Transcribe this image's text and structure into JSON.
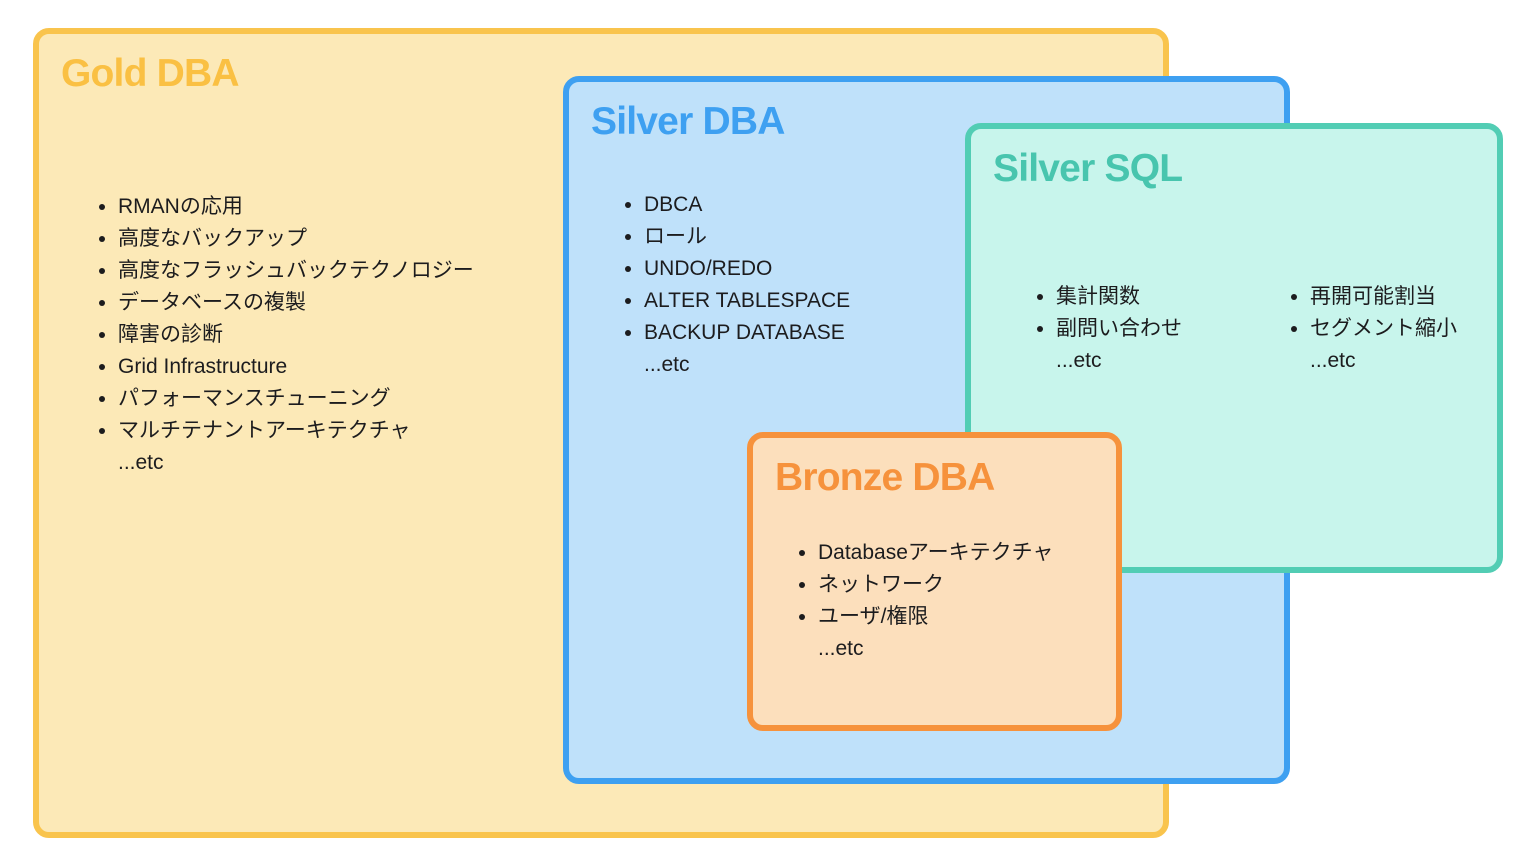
{
  "page": {
    "background_color": "#ffffff",
    "text_color": "#1c1c1e"
  },
  "boxes": {
    "gold": {
      "title": "Gold DBA",
      "border_color": "#f9c44d",
      "fill_color": "#fce9b7",
      "title_color": "#fac043",
      "items": [
        "RMANの応用",
        "高度なバックアップ",
        "高度なフラッシュバックテクノロジー",
        "データベースの複製",
        "障害の診断",
        "Grid Infrastructure",
        "パフォーマンスチューニング",
        "マルチテナントアーキテクチャ"
      ],
      "etc": "...etc"
    },
    "silver_dba": {
      "title": "Silver DBA",
      "border_color": "#3ea0f1",
      "fill_color": "#bfe1fa",
      "title_color": "#3ea0f1",
      "items": [
        "DBCA",
        "ロール",
        "UNDO/REDO",
        "ALTER TABLESPACE",
        "BACKUP DATABASE"
      ],
      "etc": "...etc"
    },
    "silver_sql": {
      "title": "Silver SQL",
      "border_color": "#52cdb4",
      "fill_color": "#c8f5ec",
      "title_color": "#48c5ae",
      "columns": [
        {
          "items": [
            "集計関数",
            "副問い合わせ"
          ],
          "etc": "...etc"
        },
        {
          "items": [
            "再開可能割当",
            "セグメント縮小"
          ],
          "etc": "...etc"
        }
      ]
    },
    "bronze": {
      "title": "Bronze DBA",
      "border_color": "#f6923c",
      "fill_color": "#fcdfbc",
      "title_color": "#f6923c",
      "items": [
        "Databaseアーキテクチャ",
        "ネットワーク",
        "ユーザ/権限"
      ],
      "etc": "...etc"
    }
  }
}
